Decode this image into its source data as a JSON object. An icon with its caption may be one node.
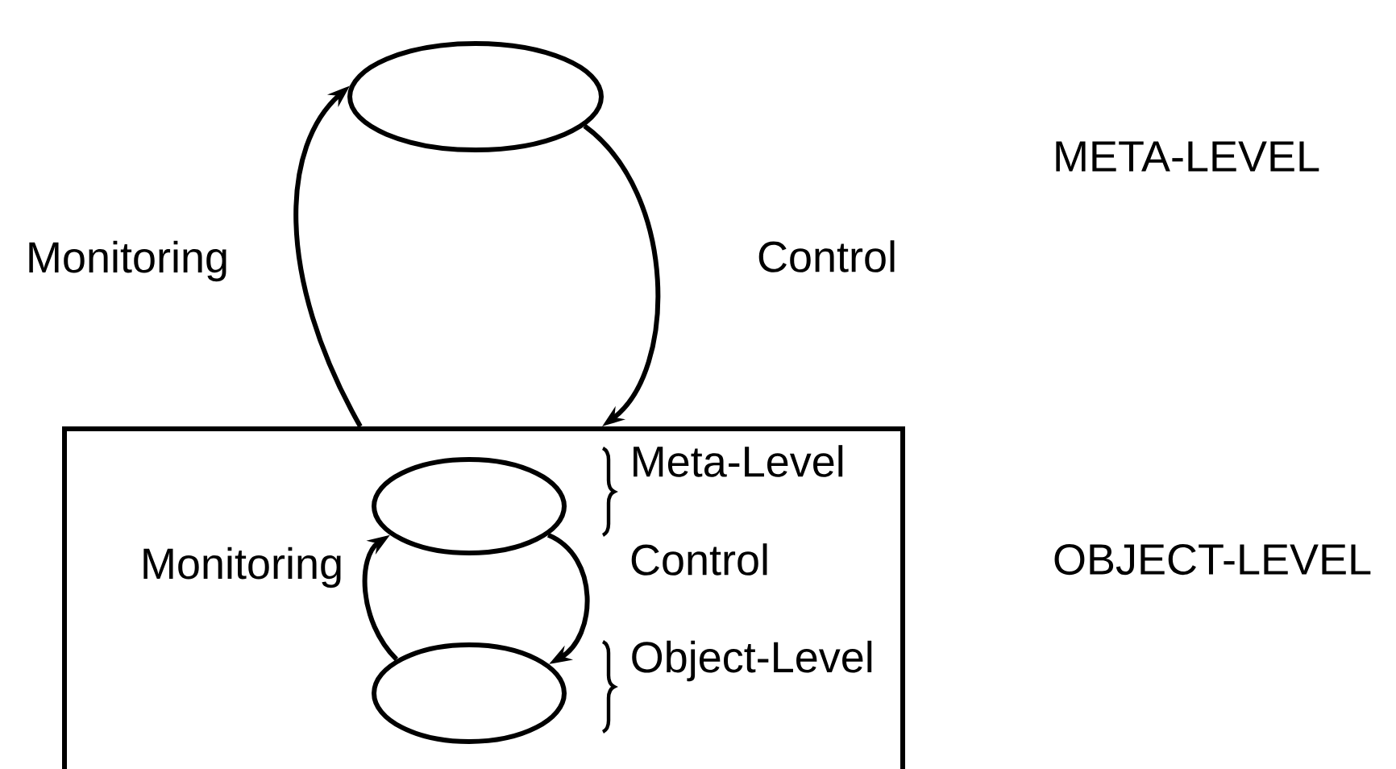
{
  "diagram": {
    "nodes": [
      {
        "text": [],
        "shape": "ellipse"
      },
      {
        "text": [],
        "shape": "box"
      },
      {
        "text": [],
        "shape": "ellipse",
        "in": 1,
        "beside": [
          "Meta-Level"
        ]
      },
      {
        "text": [],
        "shape": "ellipse",
        "in": 1,
        "beside": [
          "Object-Level"
        ]
      }
    ],
    "edges": [
      {
        "from": 1,
        "to": 0,
        "arrow": "to",
        "label": "Monitoring"
      },
      {
        "from": 0,
        "to": 1,
        "arrow": "to",
        "label": "Control"
      },
      {
        "from": 3,
        "to": 2,
        "arrow": "to",
        "label": "Monitoring"
      },
      {
        "from": 2,
        "to": 3,
        "arrow": "to",
        "label": "Control"
      }
    ],
    "labels": [
      "META-LEVEL",
      "OBJECT-LEVEL"
    ]
  }
}
